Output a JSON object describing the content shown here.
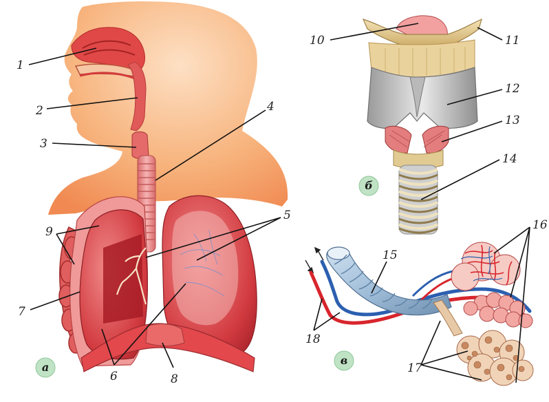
{
  "panels": [
    {
      "id": "a",
      "label": "а"
    },
    {
      "id": "b",
      "label": "б"
    },
    {
      "id": "v",
      "label": "в"
    }
  ],
  "labels": [
    "1",
    "2",
    "3",
    "4",
    "5",
    "6",
    "7",
    "8",
    "9",
    "10",
    "11",
    "12",
    "13",
    "14",
    "15",
    "16",
    "17",
    "18"
  ],
  "colors": {
    "skin": "#f6b07a",
    "lung": "#d9444a",
    "airway": "#e98a8a",
    "cartilage": "#e6cf9b",
    "thyroid": "#c9c9c9",
    "artery": "#d8252c",
    "vein": "#2b5fb0",
    "badge": "#bfe3c4"
  }
}
